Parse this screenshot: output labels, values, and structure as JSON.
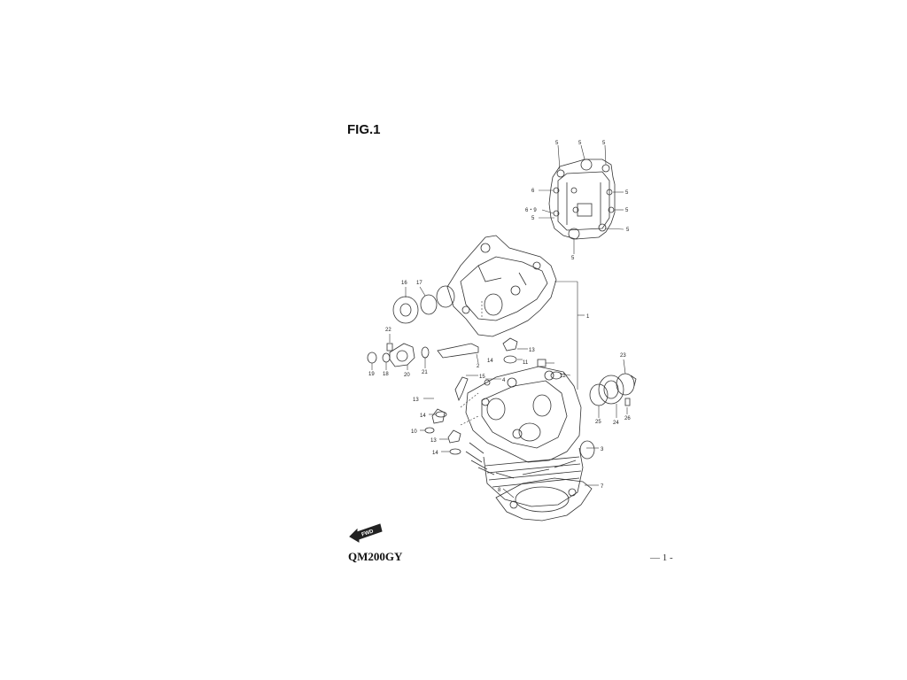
{
  "page": {
    "figure_title": "FIG.1",
    "model": "QM200GY",
    "page_number": "— 1 -",
    "fwd_badge": "FWD"
  },
  "callouts": {
    "c5a": "5",
    "c5b": "5",
    "c5c": "5",
    "c6": "6",
    "c69": "6・9",
    "c5d": "5",
    "c5e": "5",
    "c5f": "5",
    "c5g": "5",
    "c5h": "5",
    "c1": "1",
    "c16": "16",
    "c17": "17",
    "c22": "22",
    "c2": "2",
    "c14a": "14",
    "c13a": "13",
    "c11": "11",
    "c12": "12",
    "c4": "4",
    "c15": "15",
    "c19": "19",
    "c18": "18",
    "c20": "20",
    "c21": "21",
    "c13b": "13",
    "c14b": "14",
    "c10": "10",
    "c13c": "13",
    "c14c": "14",
    "c23": "23",
    "c25": "25",
    "c24": "24",
    "c26": "26",
    "c3": "3",
    "c7": "7",
    "c8": "8"
  }
}
